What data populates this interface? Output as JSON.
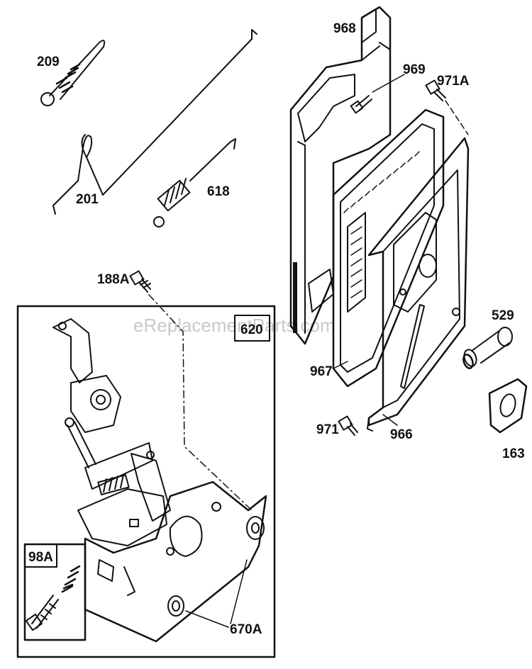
{
  "watermark": "eReplacementParts.com",
  "part_labels": {
    "p209": "209",
    "p201": "201",
    "p618": "618",
    "p188A": "188A",
    "p620": "620",
    "p98A": "98A",
    "p670A": "670A",
    "p968": "968",
    "p969": "969",
    "p971A": "971A",
    "p967": "967",
    "p971": "971",
    "p966": "966",
    "p529": "529",
    "p163": "163"
  }
}
